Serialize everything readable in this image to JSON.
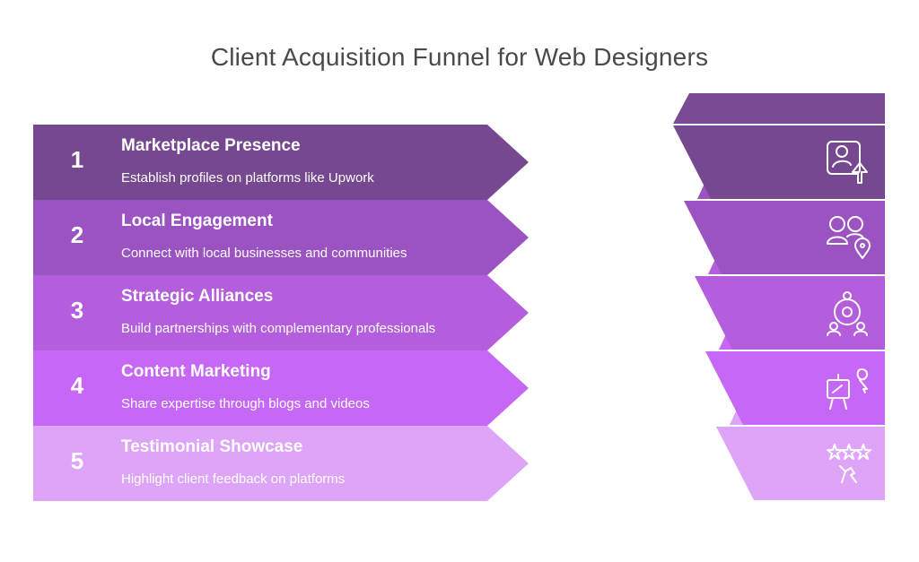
{
  "title": "Client Acquisition Funnel for Web Designers",
  "colors": {
    "stage1": "#764890",
    "stage2": "#9b53c1",
    "stage3": "#b45ddd",
    "stage4": "#c767f6",
    "stage5": "#dda4f8",
    "funnel_top": "#7a4a95"
  },
  "stages": [
    {
      "number": "1",
      "heading": "Marketplace Presence",
      "description": "Establish profiles on platforms like Upwork",
      "icon": "profile-upload-icon"
    },
    {
      "number": "2",
      "heading": "Local Engagement",
      "description": "Connect with local businesses and communities",
      "icon": "people-location-icon"
    },
    {
      "number": "3",
      "heading": "Strategic Alliances",
      "description": "Build partnerships with complementary professionals",
      "icon": "network-gear-icon"
    },
    {
      "number": "4",
      "heading": "Content Marketing",
      "description": "Share expertise through blogs and videos",
      "icon": "presentation-easel-icon"
    },
    {
      "number": "5",
      "heading": "Testimonial Showcase",
      "description": "Highlight client feedback on platforms",
      "icon": "stars-hand-icon"
    }
  ]
}
